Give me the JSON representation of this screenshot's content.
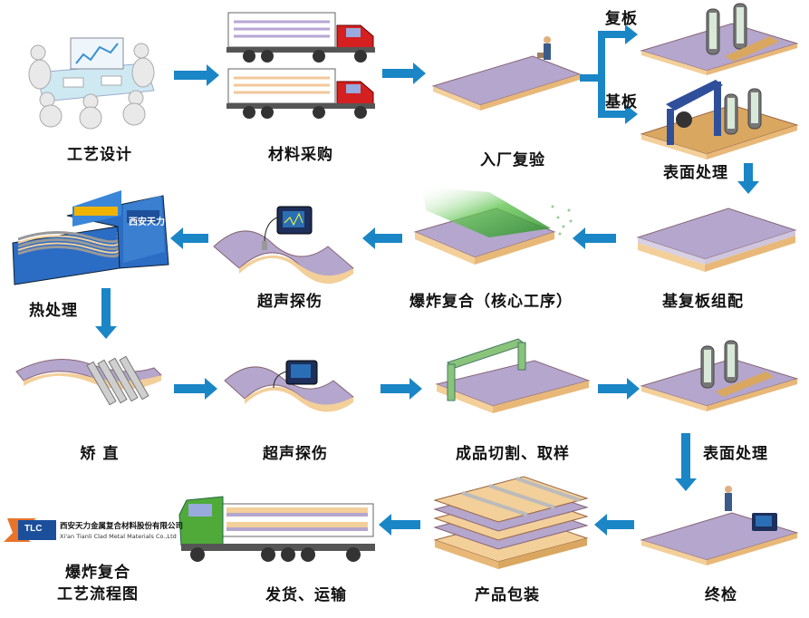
{
  "steps": {
    "design": "工艺设计",
    "purchase": "材料采购",
    "inspect_in": "入厂复验",
    "surface1": "表面处理",
    "assemble": "基复板组配",
    "explode": "爆炸复合（核心工序）",
    "ut1": "超声探伤",
    "heat": "热处理",
    "straighten": "矫 直",
    "ut2": "超声探伤",
    "cut": "成品切割、取样",
    "surface2": "表面处理",
    "final": "终检",
    "pack": "产品包装",
    "ship": "发货、运输"
  },
  "branch": {
    "clad": "复板",
    "base": "基板"
  },
  "logo": {
    "mark": "TLC",
    "name_cn": "西安天力金属复合材料股份有限公司",
    "name_en": "Xi'an Tianli Clad Metal Materials Co.,Ltd"
  },
  "furnace_sign": "西安天力",
  "title": {
    "line1": "爆炸复合",
    "line2": "工艺流程图"
  },
  "colors": {
    "arrow": "#1a86c6",
    "plate_top": "#b4a6cc",
    "plate_base": "#f3cf9a"
  }
}
